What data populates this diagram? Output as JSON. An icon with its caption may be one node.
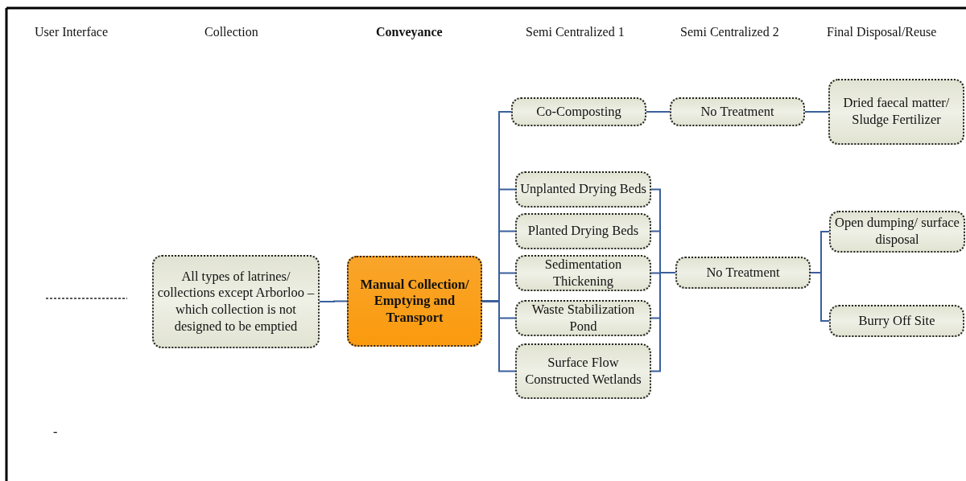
{
  "diagram": {
    "nodes": [
      {
        "text": [
          "All types of latrines/ collections  except Arborloo – which collection is not designed to be emptied"
        ]
      },
      {
        "text": [
          "Manual Collection/ Emptying and Transport"
        ]
      },
      {
        "text": [
          "Co-Composting"
        ]
      },
      {
        "text": [
          "Unplanted Drying Beds"
        ]
      },
      {
        "text": [
          "Planted Drying Beds"
        ]
      },
      {
        "text": [
          "Sedimentation Thickening"
        ]
      },
      {
        "text": [
          "Waste Stabilization Pond"
        ]
      },
      {
        "text": [
          "Surface Flow Constructed Wetlands"
        ]
      },
      {
        "text": [
          "No Treatment"
        ]
      },
      {
        "text": [
          "No Treatment"
        ]
      },
      {
        "text": [
          "Dried faecal matter/ Sludge Fertilizer"
        ]
      },
      {
        "text": [
          "Open dumping/ surface disposal"
        ]
      },
      {
        "text": [
          "Burry Off Site"
        ]
      }
    ],
    "edges": [
      {
        "from": 0,
        "to": 1,
        "arrow": "none"
      },
      {
        "from": 1,
        "to": 2,
        "arrow": "none"
      },
      {
        "from": 1,
        "to": 3,
        "arrow": "none"
      },
      {
        "from": 1,
        "to": 4,
        "arrow": "none"
      },
      {
        "from": 1,
        "to": 5,
        "arrow": "none"
      },
      {
        "from": 1,
        "to": 6,
        "arrow": "none"
      },
      {
        "from": 1,
        "to": 7,
        "arrow": "none"
      },
      {
        "from": 2,
        "to": 8,
        "arrow": "none"
      },
      {
        "from": 8,
        "to": 10,
        "arrow": "none"
      },
      {
        "from": 3,
        "to": 9,
        "arrow": "none"
      },
      {
        "from": 4,
        "to": 9,
        "arrow": "none"
      },
      {
        "from": 5,
        "to": 9,
        "arrow": "none"
      },
      {
        "from": 6,
        "to": 9,
        "arrow": "none"
      },
      {
        "from": 7,
        "to": 9,
        "arrow": "none"
      },
      {
        "from": 9,
        "to": 11,
        "arrow": "none"
      },
      {
        "from": 9,
        "to": 12,
        "arrow": "none"
      }
    ],
    "labels": [
      "User Interface",
      "Collection",
      "Conveyance",
      "Semi Centralized 1",
      "Semi Centralized 2",
      "Final Disposal/Reuse",
      "-"
    ]
  }
}
